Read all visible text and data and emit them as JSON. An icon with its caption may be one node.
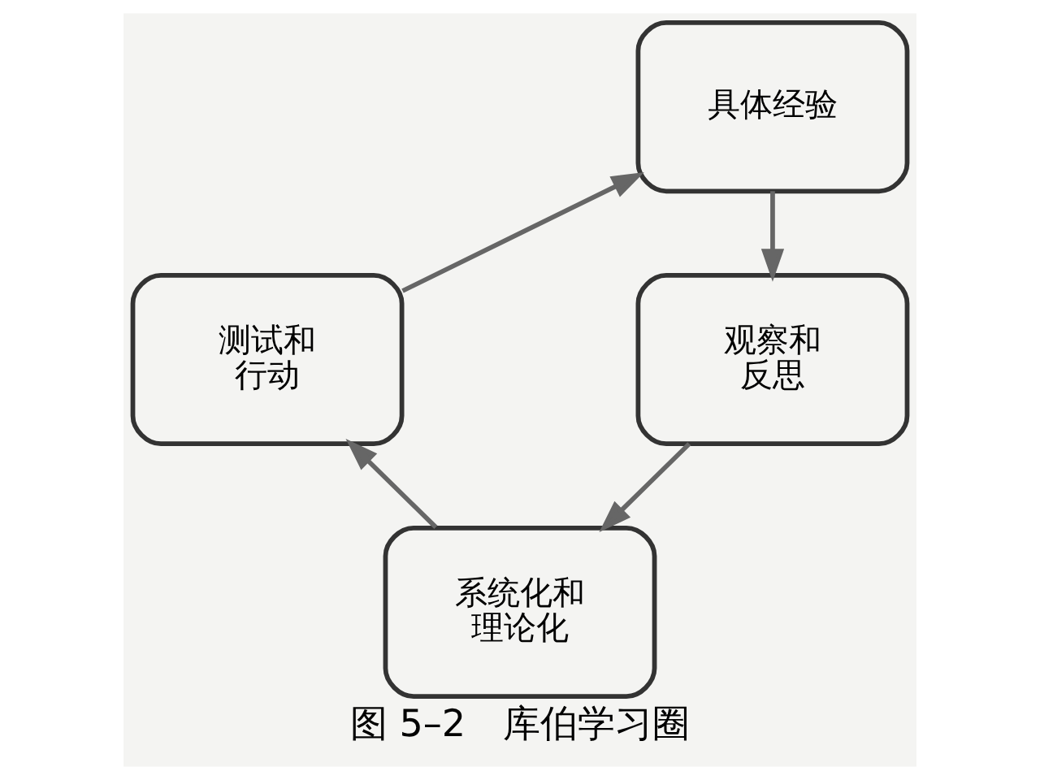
{
  "diagram": {
    "caption": "图 5–2　库伯学习圈",
    "nodes": [
      {
        "text": [
          "具体经验"
        ]
      },
      {
        "text": [
          "观察和反思"
        ]
      },
      {
        "text": [
          "系统化和理论化"
        ]
      },
      {
        "text": [
          "测试和行动"
        ]
      }
    ],
    "edges": [
      {
        "from": 0,
        "to": 1,
        "arrow": "to"
      },
      {
        "from": 1,
        "to": 2,
        "arrow": "to"
      },
      {
        "from": 2,
        "to": 3,
        "arrow": "to"
      },
      {
        "from": 3,
        "to": 0,
        "arrow": "to"
      }
    ]
  }
}
